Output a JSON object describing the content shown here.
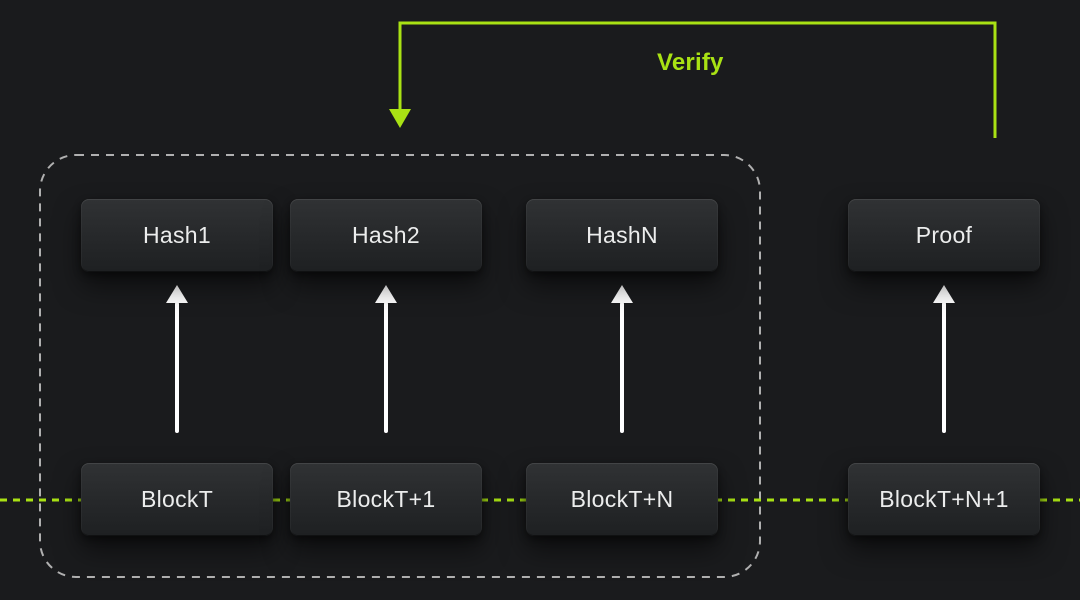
{
  "diagram": {
    "verify_label": "Verify",
    "columns": [
      {
        "hash": "Hash1",
        "block": "BlockT"
      },
      {
        "hash": "Hash2",
        "block": "BlockT+1"
      },
      {
        "hash": "HashN",
        "block": "BlockT+N"
      },
      {
        "hash": "Proof",
        "block": "BlockT+N+1"
      }
    ]
  },
  "colors": {
    "background": "#1a1b1d",
    "accent_green": "#a9e214",
    "box_text": "#eceded",
    "dashed_border": "#b0b0b0",
    "arrow_white": "#ffffff"
  }
}
